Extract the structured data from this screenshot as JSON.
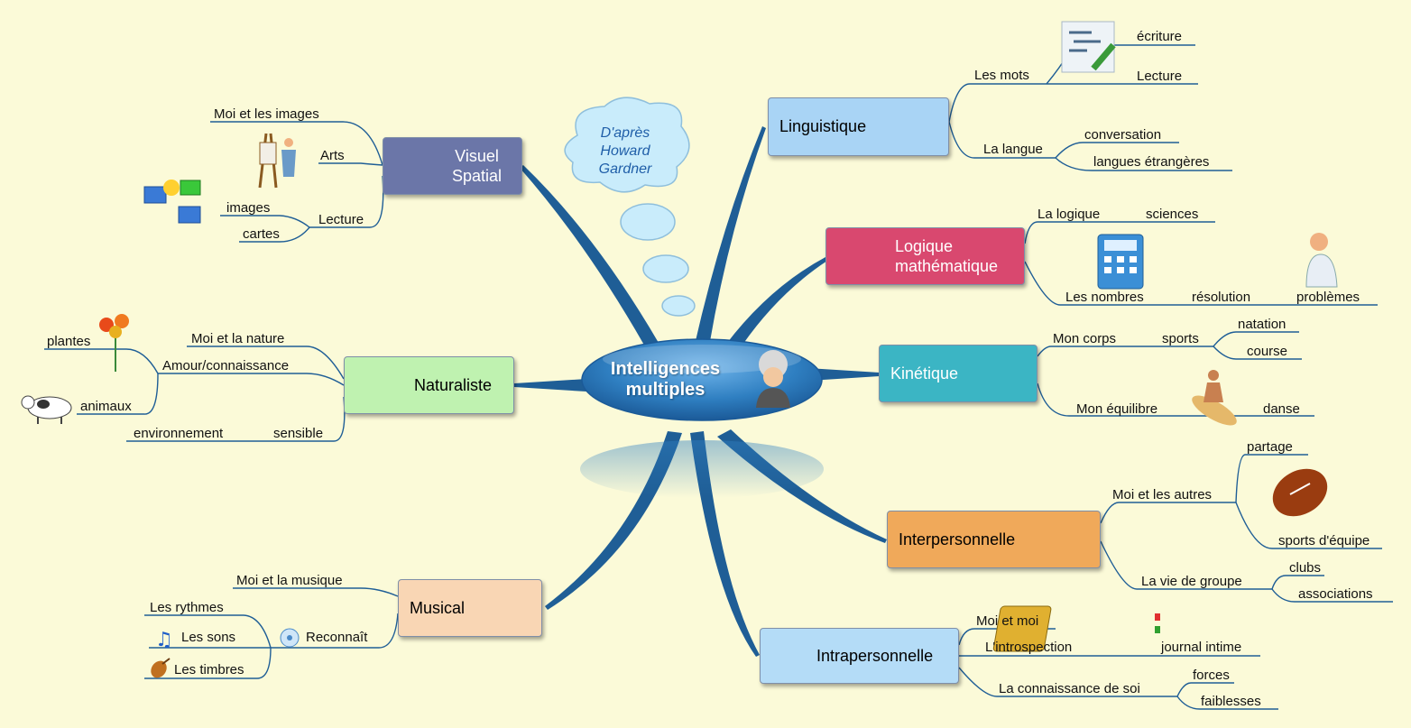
{
  "center": {
    "line1": "Intelligences",
    "line2": "multiples"
  },
  "cloud": {
    "line1": "D'après",
    "line2": "Howard",
    "line3": "Gardner"
  },
  "branches": {
    "linguistique": {
      "title": "Linguistique",
      "items": [
        "Les mots",
        "écriture",
        "Lecture",
        "La langue",
        "conversation",
        "langues étrangères"
      ]
    },
    "logique": {
      "line1": "Logique",
      "line2": "mathématique",
      "items": [
        "La logique",
        "sciences",
        "Les nombres",
        "résolution",
        "problèmes"
      ]
    },
    "kinetique": {
      "title": "Kinétique",
      "items": [
        "Mon corps",
        "sports",
        "natation",
        "course",
        "Mon équilibre",
        "danse"
      ]
    },
    "interpersonnelle": {
      "title": "Interpersonnelle",
      "items": [
        "partage",
        "Moi et les autres",
        "sports d'équipe",
        "clubs",
        "La vie de groupe",
        "associations"
      ]
    },
    "intrapersonnelle": {
      "title": "Intrapersonnelle",
      "items": [
        "Moi et moi",
        "L'introspection",
        "journal intime",
        "forces",
        "La connaissance de soi",
        "faiblesses"
      ]
    },
    "visuel": {
      "line1": "Visuel",
      "line2": "Spatial",
      "items": [
        "Moi et les images",
        "Arts",
        "images",
        "Lecture",
        "cartes"
      ]
    },
    "naturaliste": {
      "title": "Naturaliste",
      "items": [
        "plantes",
        "Moi et la nature",
        "Amour/connaissance",
        "animaux",
        "environnement",
        "sensible"
      ]
    },
    "musical": {
      "title": "Musical",
      "items": [
        "Moi et la musique",
        "Les rythmes",
        "Reconnaît",
        "Les sons",
        "Les timbres"
      ]
    }
  },
  "colors": {
    "background": "#fbfad8",
    "connector": "#1f5e96",
    "center": "#2f7fc1",
    "linguistique": "#a9d4f5",
    "logique": "#d9486f",
    "kinetique": "#3bb5c4",
    "interpersonnelle": "#f0a95a",
    "intrapersonnelle": "#b4dcf7",
    "visuel": "#6b76a8",
    "naturaliste": "#bff2b0",
    "musical": "#f9d6b4"
  }
}
